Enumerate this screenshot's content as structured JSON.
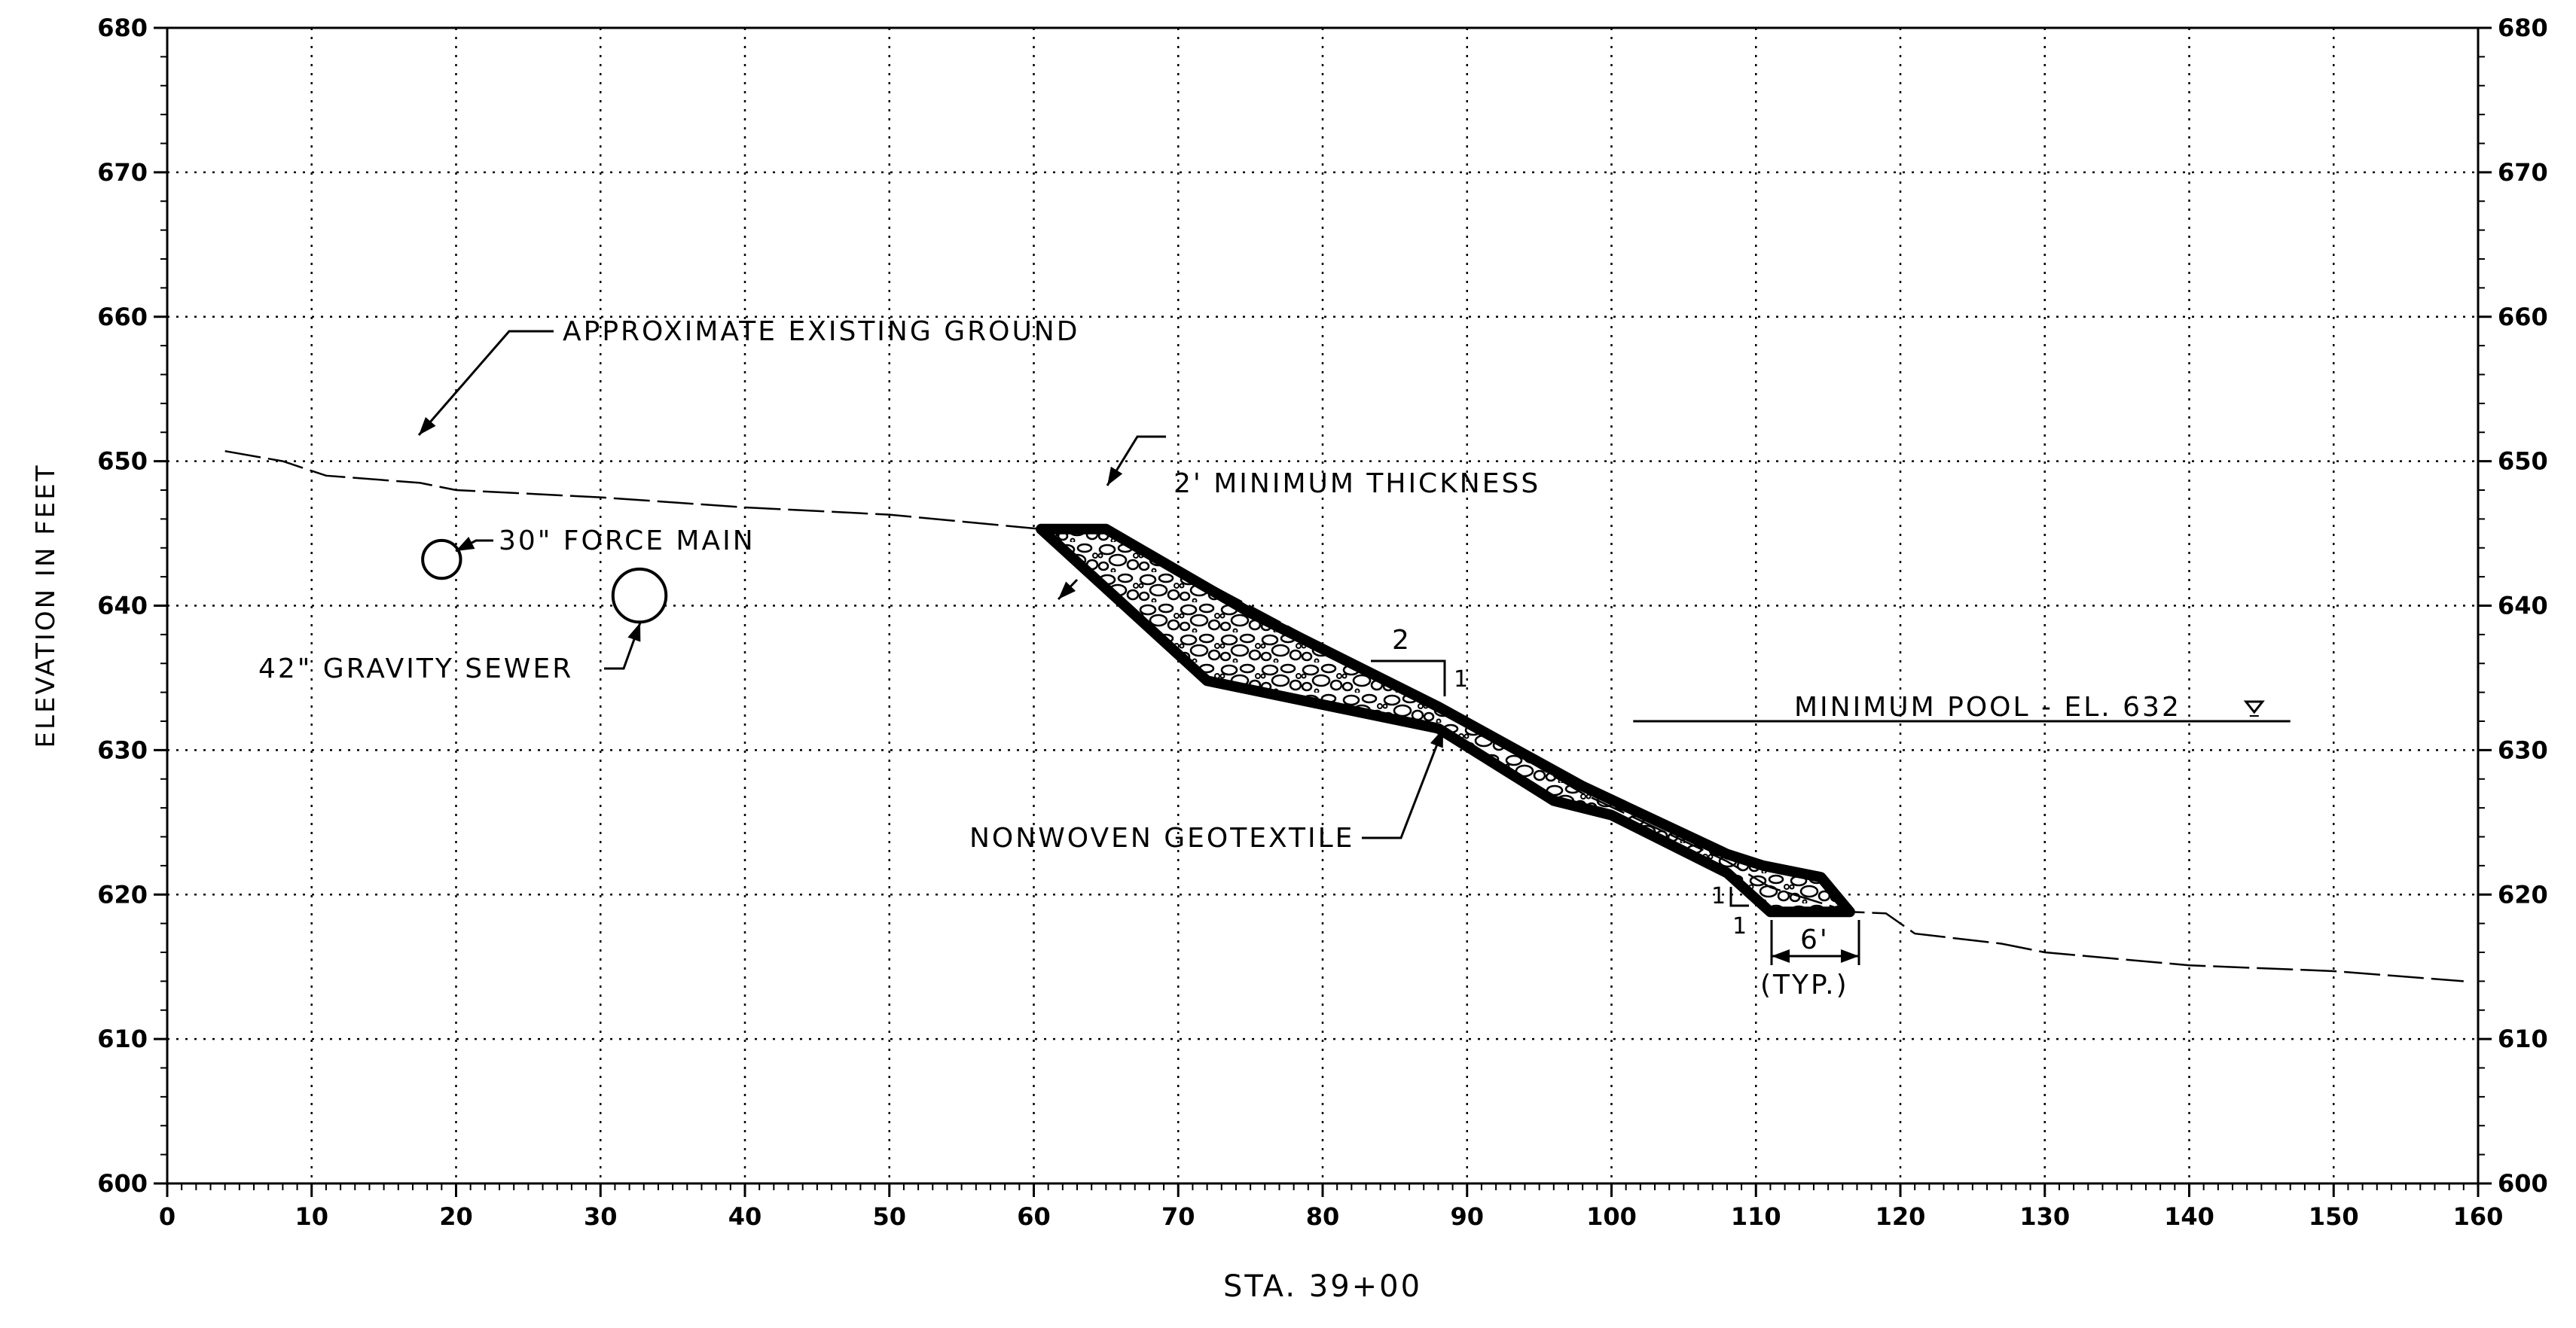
{
  "axes": {
    "x_title": "STA. 39+00",
    "y_title": "ELEVATION IN FEET",
    "x_ticks": [
      "0",
      "10",
      "20",
      "30",
      "40",
      "50",
      "60",
      "70",
      "80",
      "90",
      "100",
      "110",
      "120",
      "130",
      "140",
      "150",
      "160"
    ],
    "y_ticks": [
      "600",
      "610",
      "620",
      "630",
      "640",
      "650",
      "660",
      "670",
      "680"
    ],
    "x_range": [
      0,
      160
    ],
    "y_range": [
      600,
      680
    ],
    "grid": "dotted"
  },
  "callouts": {
    "existing_ground": "APPROXIMATE EXISTING GROUND",
    "min_thickness": "2' MINIMUM THICKNESS",
    "force_main": "30\" FORCE MAIN",
    "gravity_sewer": "42\" GRAVITY SEWER",
    "geotextile": "NONWOVEN GEOTEXTILE",
    "min_pool": "MINIMUM POOL - EL. 632",
    "slope_run": "2",
    "slope_rise": "1",
    "toe_slope_a": "1",
    "toe_slope_b": "1",
    "toe_width": "6'",
    "toe_typ": "(TYP.)"
  },
  "chart_data": {
    "type": "line",
    "title": "",
    "xlabel": "STA. 39+00",
    "ylabel": "ELEVATION IN FEET",
    "xlim": [
      0,
      160
    ],
    "ylim": [
      600,
      680
    ],
    "series": [
      {
        "name": "APPROXIMATE EXISTING GROUND",
        "x": [
          4,
          8,
          11,
          17.5,
          20,
          30,
          40,
          50,
          60.5,
          65,
          88,
          98,
          108,
          111,
          116.5,
          119,
          120,
          121,
          127,
          130,
          140,
          150,
          159
        ],
        "y": [
          650.7,
          650,
          649,
          648.5,
          648,
          647.5,
          646.8,
          646.3,
          645.3,
          645.3,
          633,
          627,
          622.3,
          620.5,
          618.8,
          618.7,
          618,
          617.3,
          616.6,
          616,
          615.1,
          614.7,
          614
        ]
      }
    ],
    "riprap_outer": {
      "x": [
        60.5,
        65,
        75,
        88,
        98,
        108,
        110.5,
        113,
        114.5,
        116.5,
        111,
        108,
        100,
        96,
        88,
        72
      ],
      "y": [
        645.3,
        645.3,
        639.5,
        633,
        627.5,
        622.8,
        622,
        621.5,
        621.2,
        618.8,
        618.8,
        621.5,
        625.5,
        626.5,
        631.5,
        634.8
      ]
    },
    "pipes": [
      {
        "label": "30\" FORCE MAIN",
        "cx": 19,
        "cy": 643.2,
        "diameter_ft": 2.5
      },
      {
        "label": "42\" GRAVITY SEWER",
        "cx": 32.7,
        "cy": 640.7,
        "diameter_ft": 3.5
      }
    ],
    "water_level": {
      "label": "MINIMUM POOL - EL. 632",
      "y": 632,
      "x": [
        101.5,
        147
      ]
    }
  }
}
